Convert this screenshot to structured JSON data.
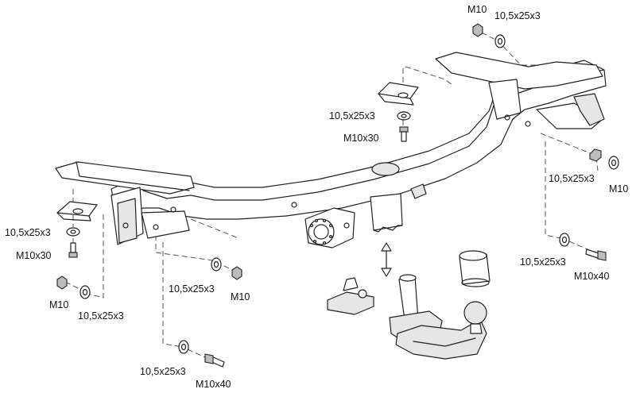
{
  "labels": {
    "m10_top": "M10",
    "washer_top": "10,5x25x3",
    "washer_center": "10,5x25x3",
    "bolt_center": "M10x30",
    "washer_right": "10,5x25x3",
    "nut_right": "M10",
    "washer_right_lower": "10,5x25x3",
    "bolt_right_lower": "M10x40",
    "washer_left": "10,5x25x3",
    "bolt_left": "M10x30",
    "nut_left": "M10",
    "washer_left_lower": "10,5x25x3",
    "washer_mid": "10,5x25x3",
    "nut_mid": "M10",
    "washer_bottom": "10,5x25x3",
    "bolt_bottom": "M10x40"
  }
}
